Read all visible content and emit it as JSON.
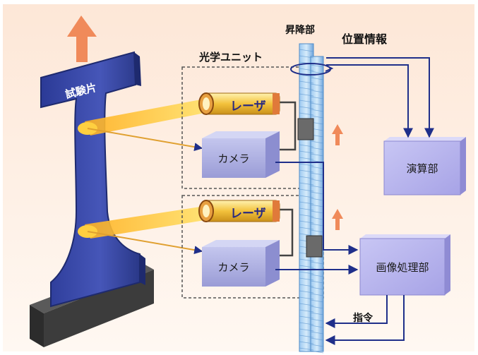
{
  "labels": {
    "specimen": "試験片",
    "lift": "昇降部",
    "position_info": "位置情報",
    "optical_unit": "光学ユニット",
    "laser_top": "レーザ",
    "laser_bottom": "レーザ",
    "camera_top": "カメラ",
    "camera_bottom": "カメラ",
    "compute_unit": "演算部",
    "image_processing_unit": "画像処理部",
    "command": "指令"
  },
  "colors": {
    "background": "#fdf2ea",
    "specimen_fill": "#3a4aa8",
    "specimen_edge": "#1e2a6e",
    "base": "#3c3c3c",
    "laser_body": "#f0c040",
    "laser_cap": "#e07a3a",
    "beam": "#ffd23a",
    "camera": "#aeb0e0",
    "unit_box": "#b7b4ec",
    "pole": "#7fb6e8",
    "arrow_line": "#1f2f8a",
    "up_arrow": "#f08a5a"
  },
  "icons": {
    "up_arrow": "up-arrow-icon",
    "rotation": "rotation-arrow-icon"
  }
}
